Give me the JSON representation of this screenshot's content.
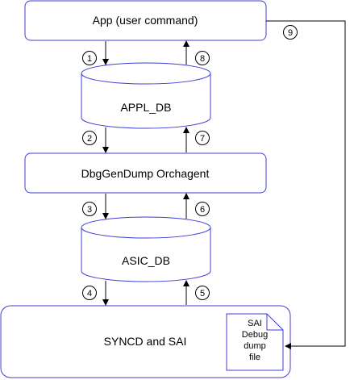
{
  "nodes": {
    "app": "App (user command)",
    "appl_db": "APPL_DB",
    "orchagent": "DbgGenDump Orchagent",
    "asic_db": "ASIC_DB",
    "syncd": "SYNCD and SAI",
    "dump_file": [
      "SAI",
      "Debug",
      "dump",
      "file"
    ]
  },
  "steps": [
    "1",
    "2",
    "3",
    "4",
    "5",
    "6",
    "7",
    "8",
    "9"
  ],
  "colors": {
    "box_stroke": "#3d3dd6",
    "line": "#000000",
    "background": "#ffffff"
  }
}
